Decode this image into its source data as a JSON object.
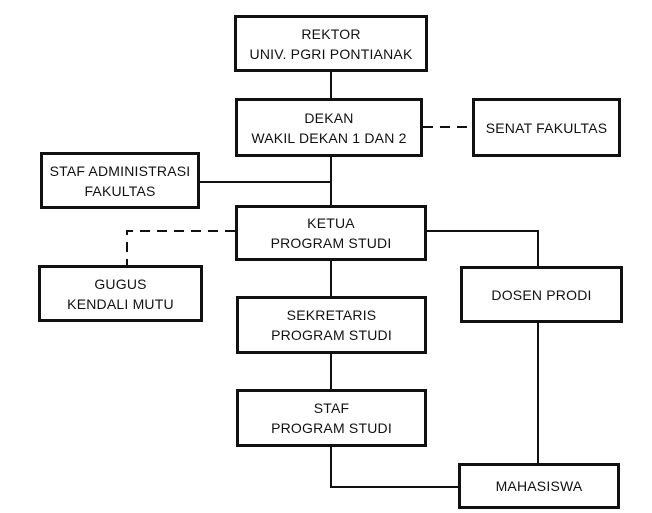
{
  "diagram": {
    "nodes": {
      "rektor": {
        "line1": "REKTOR",
        "line2": "UNIV. PGRI PONTIANAK"
      },
      "dekan": {
        "line1": "DEKAN",
        "line2": "WAKIL DEKAN 1 DAN 2"
      },
      "senat": {
        "line1": "SENAT FAKULTAS"
      },
      "staf_admin": {
        "line1": "STAF ADMINISTRASI",
        "line2": "FAKULTAS"
      },
      "ketua": {
        "line1": "KETUA",
        "line2": "PROGRAM STUDI"
      },
      "gugus": {
        "line1": "GUGUS",
        "line2": "KENDALI MUTU"
      },
      "dosen": {
        "line1": "DOSEN PRODI"
      },
      "sekretaris": {
        "line1": "SEKRETARIS",
        "line2": "PROGRAM STUDI"
      },
      "staf_prodi": {
        "line1": "STAF",
        "line2": "PROGRAM STUDI"
      },
      "mahasiswa": {
        "line1": "MAHASISWA"
      }
    },
    "colors": {
      "line": "#111111",
      "box_border": "#111111",
      "background": "#ffffff"
    }
  }
}
